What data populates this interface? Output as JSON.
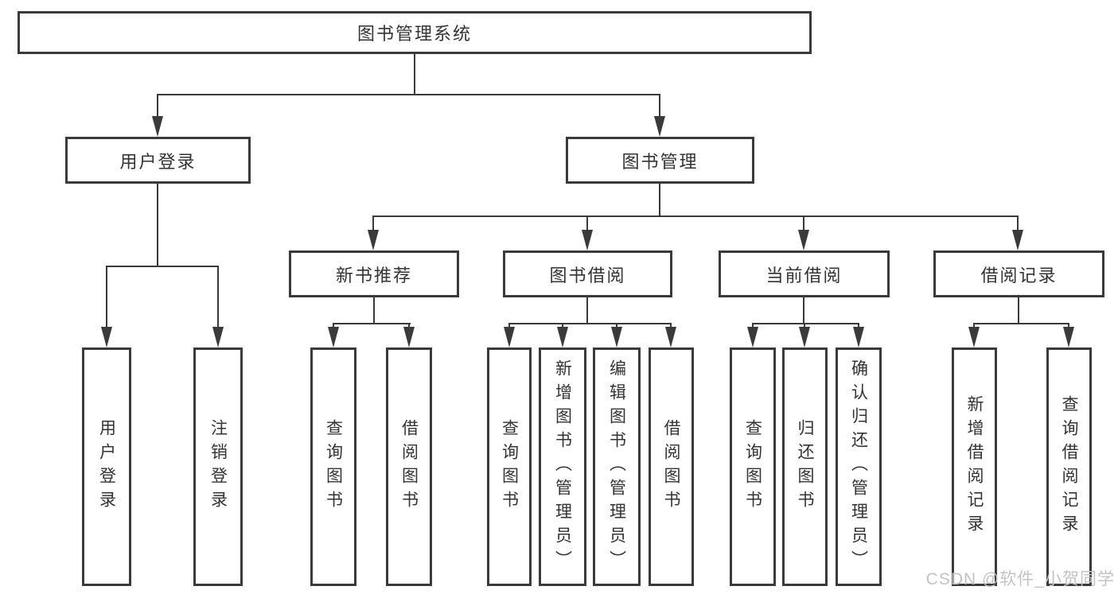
{
  "diagram": {
    "type": "hierarchy-tree",
    "title": "图书管理系统",
    "children": [
      {
        "label": "用户登录",
        "children": [
          {
            "label": "用户登录"
          },
          {
            "label": "注销登录"
          }
        ]
      },
      {
        "label": "图书管理",
        "children": [
          {
            "label": "新书推荐",
            "children": [
              {
                "label": "查询图书"
              },
              {
                "label": "借阅图书"
              }
            ]
          },
          {
            "label": "图书借阅",
            "children": [
              {
                "label": "查询图书"
              },
              {
                "label": "新增图书（管理员）"
              },
              {
                "label": "编辑图书（管理员）"
              },
              {
                "label": "借阅图书"
              }
            ]
          },
          {
            "label": "当前借阅",
            "children": [
              {
                "label": "查询图书"
              },
              {
                "label": "归还图书"
              },
              {
                "label": "确认归还（管理员）"
              }
            ]
          },
          {
            "label": "借阅记录",
            "children": [
              {
                "label": "新增借阅记录"
              },
              {
                "label": "查询借阅记录"
              }
            ]
          }
        ]
      }
    ]
  },
  "colors": {
    "line": "#3a3a3a",
    "text": "#333333",
    "background": "#ffffff",
    "watermark_text_color": "#c3c3c3"
  },
  "watermark": {
    "text": "CSDN @软件_小贺同学"
  }
}
